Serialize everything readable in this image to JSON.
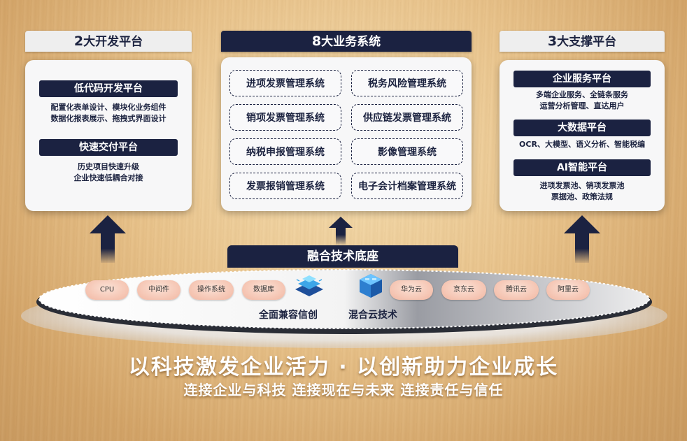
{
  "left": {
    "tab_num": "2",
    "tab_text": "大开发平台",
    "blocks": [
      {
        "title": "低代码开发平台",
        "lines": [
          "配置化表单设计、模块化业务组件",
          "数据化报表展示、拖拽式界面设计"
        ]
      },
      {
        "title": "快速交付平台",
        "lines": [
          "历史项目快速升级",
          "企业快速低耦合对接"
        ]
      }
    ]
  },
  "center": {
    "tab_num": "8",
    "tab_text": "大业务系统",
    "systems": [
      "进项发票管理系统",
      "税务风险管理系统",
      "销项发票管理系统",
      "供应链发票管理系统",
      "纳税申报管理系统",
      "影像管理系统",
      "发票报销管理系统",
      "电子会计档案管理系统"
    ]
  },
  "right": {
    "tab_num": "3",
    "tab_text": "大支撑平台",
    "blocks": [
      {
        "title": "企业服务平台",
        "lines": [
          "多端企业服务、全链条服务",
          "运营分析管理、直达用户"
        ]
      },
      {
        "title": "大数据平台",
        "lines": [
          "OCR、大模型、语义分析、智能税编"
        ]
      },
      {
        "title": "AI智能平台",
        "lines": [
          "进项发票池、销项发票池",
          "票据池、政策法规"
        ]
      }
    ]
  },
  "base": {
    "title": "融合技术底座",
    "left_pills": [
      "CPU",
      "中间件",
      "操作系统",
      "数据库"
    ],
    "left_label": "全面兼容信创",
    "right_label": "混合云技术",
    "right_pills": [
      "华为云",
      "京东云",
      "腾讯云",
      "阿里云"
    ]
  },
  "slogan": {
    "line1": "以科技激发企业活力 · 以创新助力企业成长",
    "line2": "连接企业与科技  连接现在与未来  连接责任与信任"
  }
}
